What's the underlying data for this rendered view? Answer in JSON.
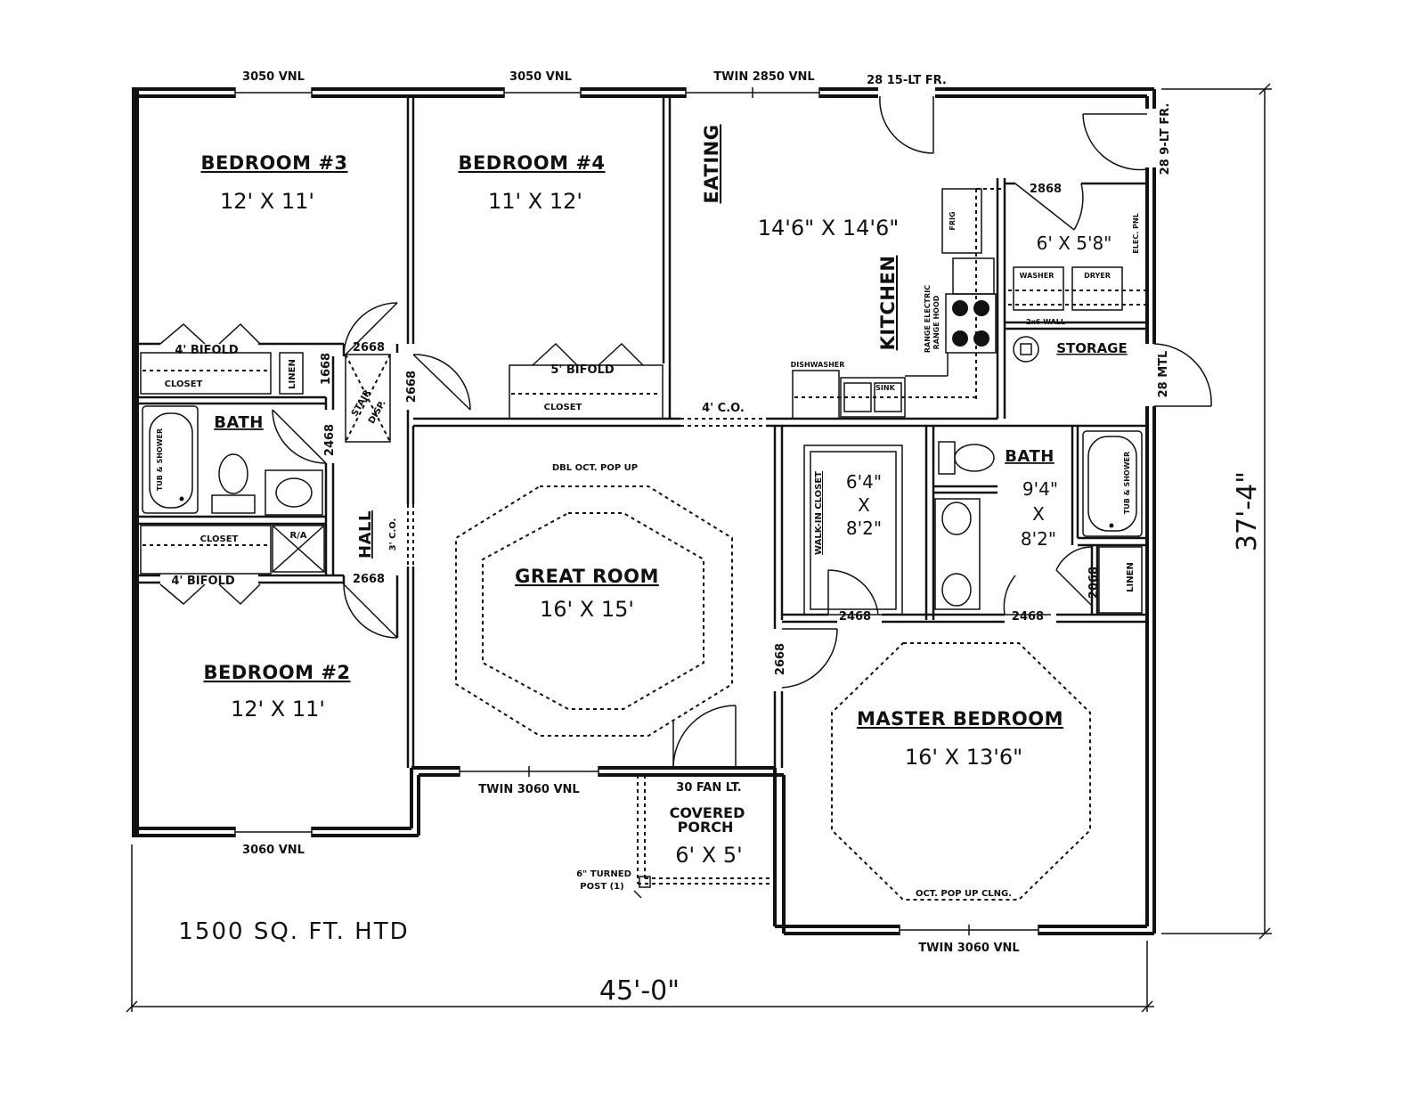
{
  "rooms": {
    "bedroom3": {
      "name": "BEDROOM #3",
      "size": "12' X 11'"
    },
    "bedroom4": {
      "name": "BEDROOM #4",
      "size": "11' X 12'"
    },
    "bedroom2": {
      "name": "BEDROOM #2",
      "size": "12' X 11'"
    },
    "eating": {
      "name": "EATING",
      "size": "14'6\" X 14'6\""
    },
    "kitchen": {
      "name": "KITCHEN"
    },
    "laundry": {
      "size": "6' X 5'8\""
    },
    "storage": {
      "name": "STORAGE"
    },
    "hall_bath": {
      "name": "BATH"
    },
    "hall": {
      "name": "HALL"
    },
    "great_room": {
      "name": "GREAT ROOM",
      "size": "16' X 15'",
      "ceiling": "DBL OCT. POP UP"
    },
    "walk_in_closet": {
      "name": "WALK-IN CLOSET",
      "w": "6'4\"",
      "x": "X",
      "h": "8'2\""
    },
    "master_bath": {
      "name": "BATH",
      "w": "9'4\"",
      "x": "X",
      "h": "8'2\""
    },
    "master_bedroom": {
      "name": "MASTER BEDROOM",
      "size": "16' X 13'6\"",
      "ceiling": "OCT. POP UP CLNG."
    },
    "porch": {
      "line1": "COVERED",
      "line2": "PORCH",
      "size": "6' X 5'",
      "light": "30 FAN LT.",
      "post1": "6\" TURNED",
      "post2": "POST (1)"
    }
  },
  "windows": {
    "w1": "3050 VNL",
    "w2": "3050 VNL",
    "w3": "TWIN 2850 VNL",
    "w4": "28 15-LT FR.",
    "w5": "28 9-LT FR.",
    "w6": "28 MTL",
    "w7": "3060 VNL",
    "w8": "TWIN 3060 VNL",
    "w9": "TWIN 3060 VNL"
  },
  "labels": {
    "bifold4a": "4' BIFOLD",
    "bifold5": "5' BIFOLD",
    "bifold4b": "4' BIFOLD",
    "closet_a": "CLOSET",
    "closet_b": "CLOSET",
    "closet_c": "CLOSET",
    "linen_a": "LINEN",
    "linen_b": "LINEN",
    "stair": "STAIR",
    "disp": "DISP.",
    "ra": "R/A",
    "co4": "4' C.O.",
    "co3": "3' C.O.",
    "tub_a": "TUB & SHOWER",
    "tub_b": "TUB & SHOWER",
    "frig": "FRIG",
    "range1": "RANGE ELECTRIC",
    "range2": "RANGE HOOD",
    "dishwasher": "DISHWASHER",
    "sink": "SINK",
    "washer": "WASHER",
    "dryer": "DRYER",
    "elec_pnl": "ELEC. PNL",
    "wall_2x6": "2x6 WALL"
  },
  "doors": {
    "d1": "2668",
    "d2": "1668",
    "d3": "2668",
    "d4": "2468",
    "d5": "2668",
    "d6": "2868",
    "d7": "2468",
    "d8": "2468",
    "d9": "2068",
    "d10": "2668"
  },
  "dimensions": {
    "total_area": "1500 SQ. FT. HTD",
    "width": "45'-0\"",
    "depth": "37'-4\""
  }
}
